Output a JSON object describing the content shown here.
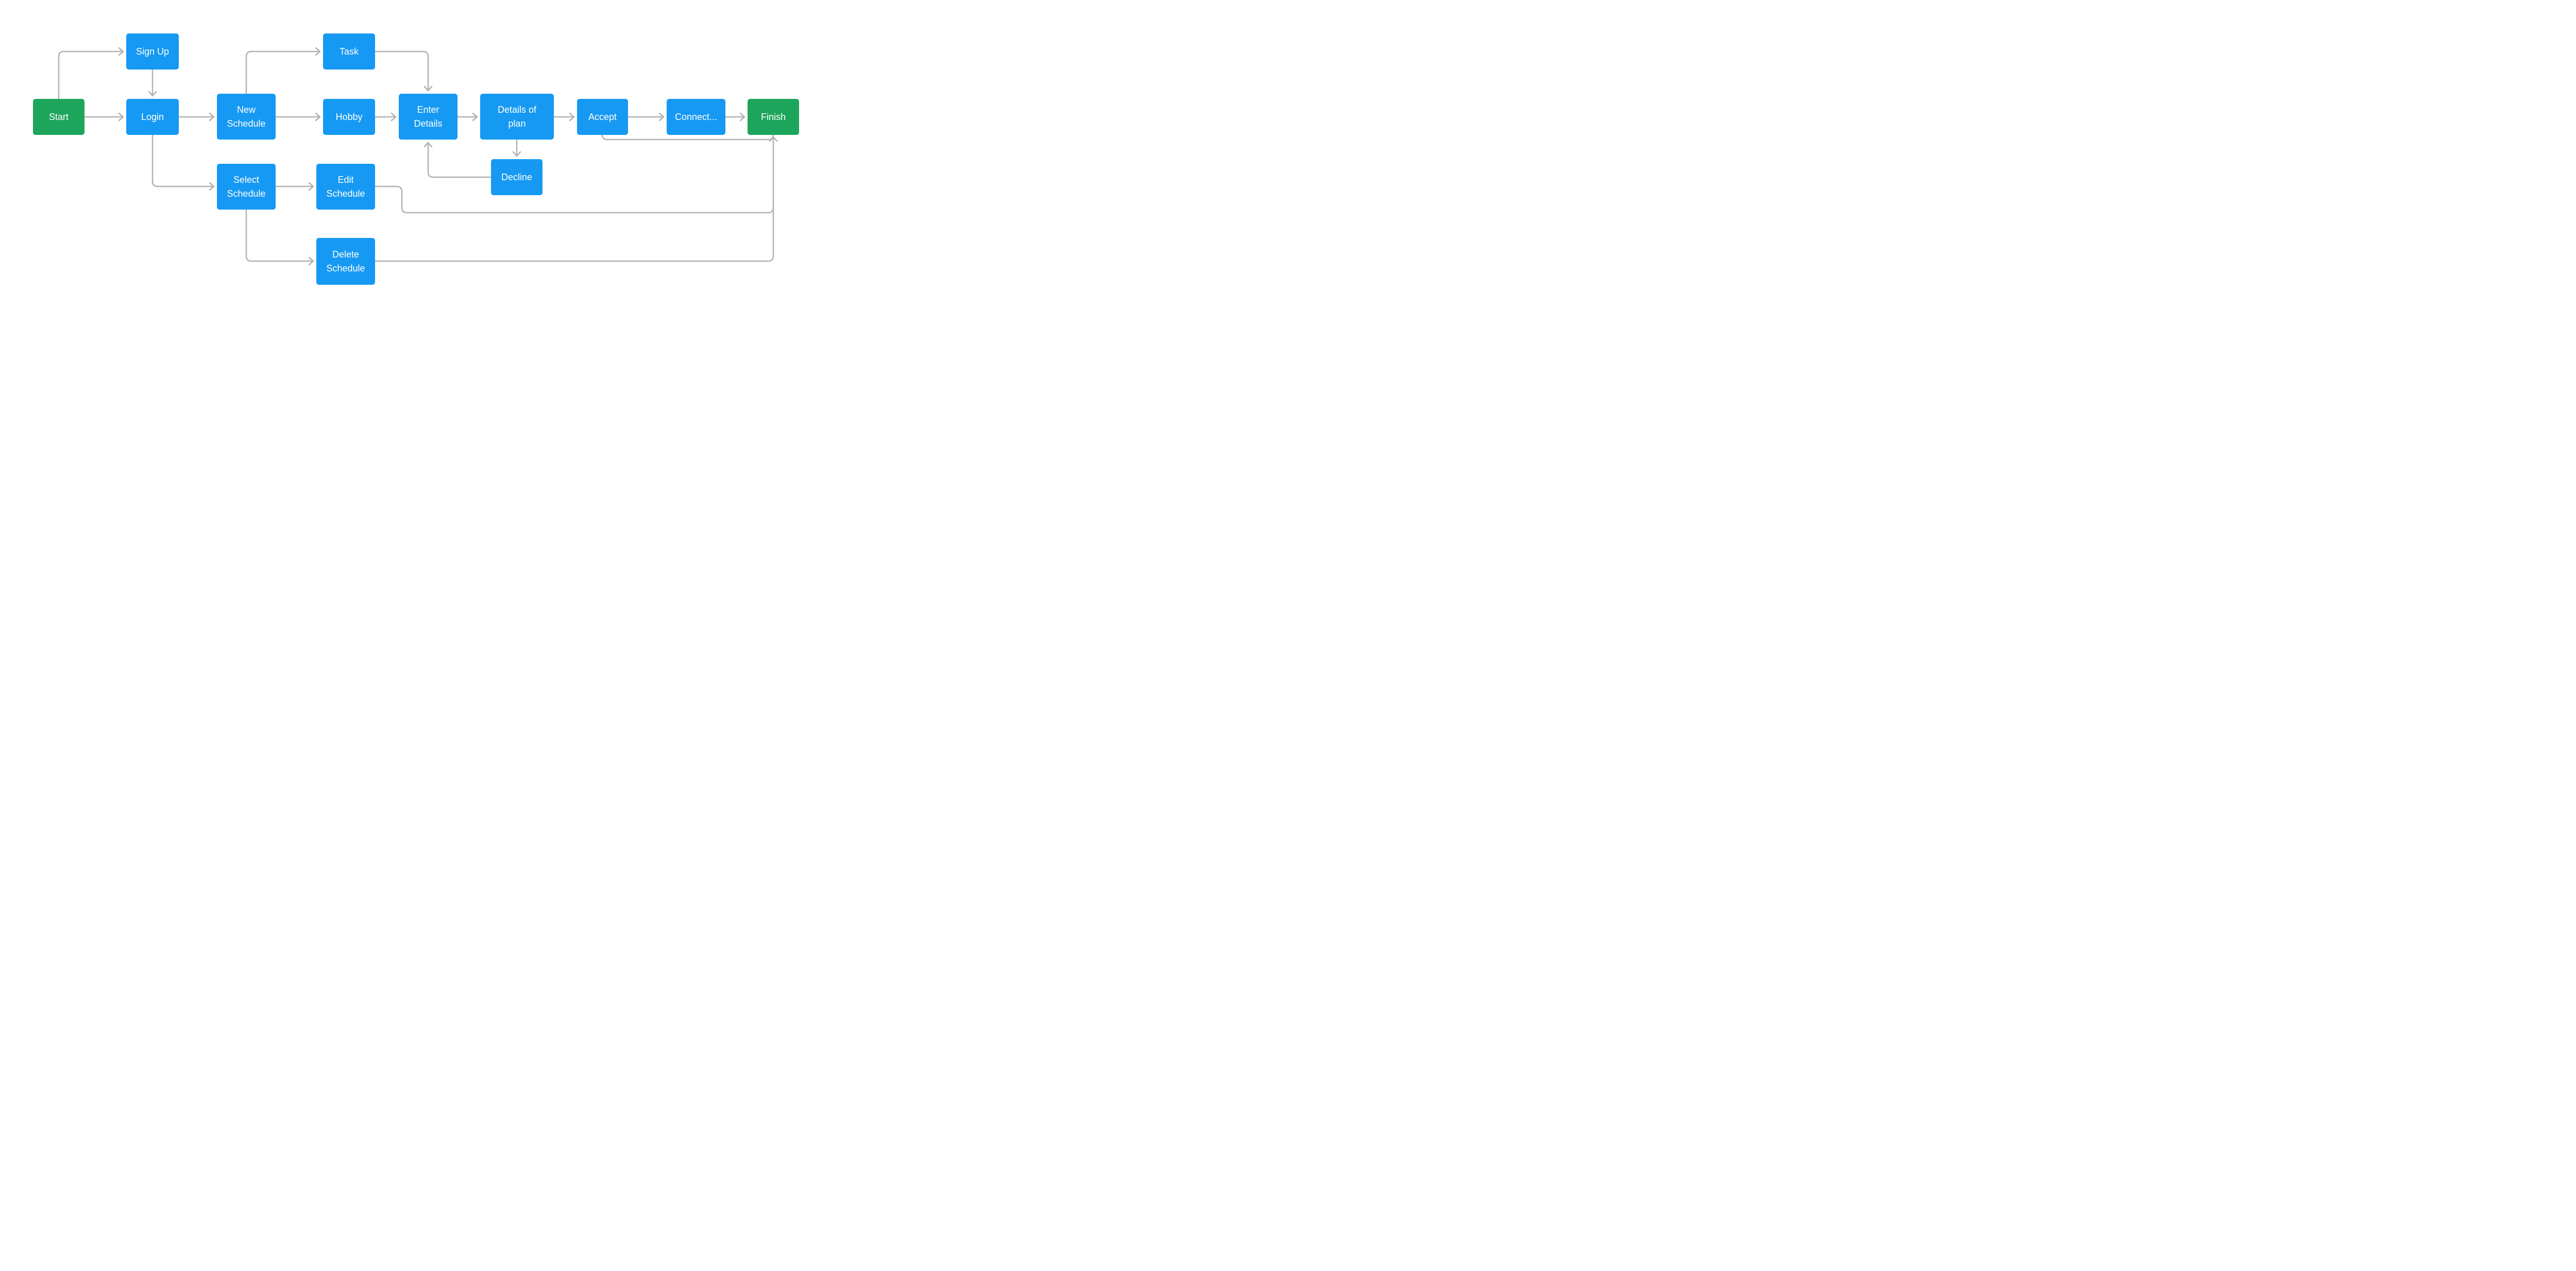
{
  "colors": {
    "process_fill": "#1699f2",
    "terminal_fill": "#1ea55c",
    "connector_stroke": "#b2b2b2",
    "node_text": "#ffffff",
    "background": "#ffffff"
  },
  "nodes": [
    {
      "id": "start",
      "label": "Start",
      "type": "terminal"
    },
    {
      "id": "sign-up",
      "label": "Sign Up",
      "type": "process"
    },
    {
      "id": "login",
      "label": "Login",
      "type": "process"
    },
    {
      "id": "new-schedule",
      "label": "New\nSchedule",
      "type": "process"
    },
    {
      "id": "task",
      "label": "Task",
      "type": "process"
    },
    {
      "id": "hobby",
      "label": "Hobby",
      "type": "process"
    },
    {
      "id": "enter-details",
      "label": "Enter\nDetails",
      "type": "process"
    },
    {
      "id": "details-of-plan",
      "label": "Details of\nplan",
      "type": "process"
    },
    {
      "id": "decline",
      "label": "Decline",
      "type": "process"
    },
    {
      "id": "accept",
      "label": "Accept",
      "type": "process"
    },
    {
      "id": "connect",
      "label": "Connect...",
      "type": "process"
    },
    {
      "id": "finish",
      "label": "Finish",
      "type": "terminal"
    },
    {
      "id": "select-schedule",
      "label": "Select\nSchedule",
      "type": "process"
    },
    {
      "id": "edit-schedule",
      "label": "Edit\nSchedule",
      "type": "process"
    },
    {
      "id": "delete-schedule",
      "label": "Delete\nSchedule",
      "type": "process"
    }
  ],
  "edges": [
    {
      "from": "start",
      "to": "sign-up"
    },
    {
      "from": "sign-up",
      "to": "login"
    },
    {
      "from": "start",
      "to": "login"
    },
    {
      "from": "login",
      "to": "new-schedule"
    },
    {
      "from": "new-schedule",
      "to": "task"
    },
    {
      "from": "new-schedule",
      "to": "hobby"
    },
    {
      "from": "task",
      "to": "enter-details"
    },
    {
      "from": "hobby",
      "to": "enter-details"
    },
    {
      "from": "enter-details",
      "to": "details-of-plan"
    },
    {
      "from": "details-of-plan",
      "to": "accept"
    },
    {
      "from": "details-of-plan",
      "to": "decline"
    },
    {
      "from": "decline",
      "to": "enter-details"
    },
    {
      "from": "accept",
      "to": "connect"
    },
    {
      "from": "connect",
      "to": "finish"
    },
    {
      "from": "accept",
      "to": "finish"
    },
    {
      "from": "login",
      "to": "select-schedule"
    },
    {
      "from": "select-schedule",
      "to": "edit-schedule"
    },
    {
      "from": "select-schedule",
      "to": "delete-schedule"
    },
    {
      "from": "edit-schedule",
      "to": "finish"
    },
    {
      "from": "delete-schedule",
      "to": "finish"
    }
  ]
}
